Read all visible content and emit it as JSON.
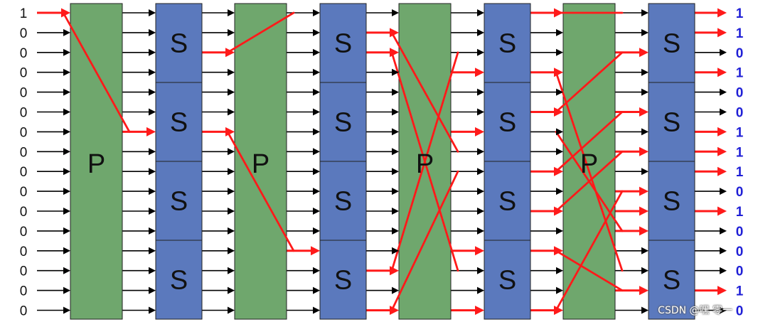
{
  "diagram": {
    "inputs": [
      "1",
      "0",
      "0",
      "0",
      "0",
      "0",
      "0",
      "0",
      "0",
      "0",
      "0",
      "0",
      "0",
      "0",
      "0",
      "0"
    ],
    "outputs": [
      "1",
      "1",
      "0",
      "1",
      "0",
      "0",
      "1",
      "1",
      "1",
      "0",
      "1",
      "0",
      "0",
      "0",
      "1",
      "0"
    ],
    "stages": [
      "P",
      "S",
      "P",
      "S",
      "P",
      "S",
      "P",
      "S"
    ],
    "p_label": "P",
    "s_label": "S",
    "colors": {
      "p_box": "#6fa76d",
      "s_box": "#5b79bd",
      "active": "#ff1a1a",
      "wire": "#000000",
      "output_text": "#1f1fd6"
    },
    "active_in": [
      [
        0
      ],
      [
        6
      ],
      [
        2,
        6
      ],
      [
        12
      ],
      [
        1,
        2,
        13,
        15
      ],
      [
        3,
        6,
        12,
        15
      ],
      [
        0,
        3,
        5,
        8,
        10,
        12,
        15
      ],
      [
        2,
        5,
        7,
        9,
        10,
        11,
        14
      ]
    ],
    "p_routes": [
      [
        [
          0,
          6
        ]
      ],
      [
        [
          2,
          0
        ],
        [
          6,
          12
        ]
      ],
      [
        [
          1,
          7
        ],
        [
          2,
          13
        ],
        [
          13,
          2
        ],
        [
          15,
          8
        ]
      ],
      [
        [
          3,
          13
        ],
        [
          6,
          11
        ],
        [
          12,
          14
        ],
        [
          15,
          9
        ],
        [
          0,
          0
        ],
        [
          5,
          2
        ],
        [
          8,
          5
        ],
        [
          10,
          7
        ]
      ]
    ]
  },
  "watermark": "CSDN @嘿 零一"
}
